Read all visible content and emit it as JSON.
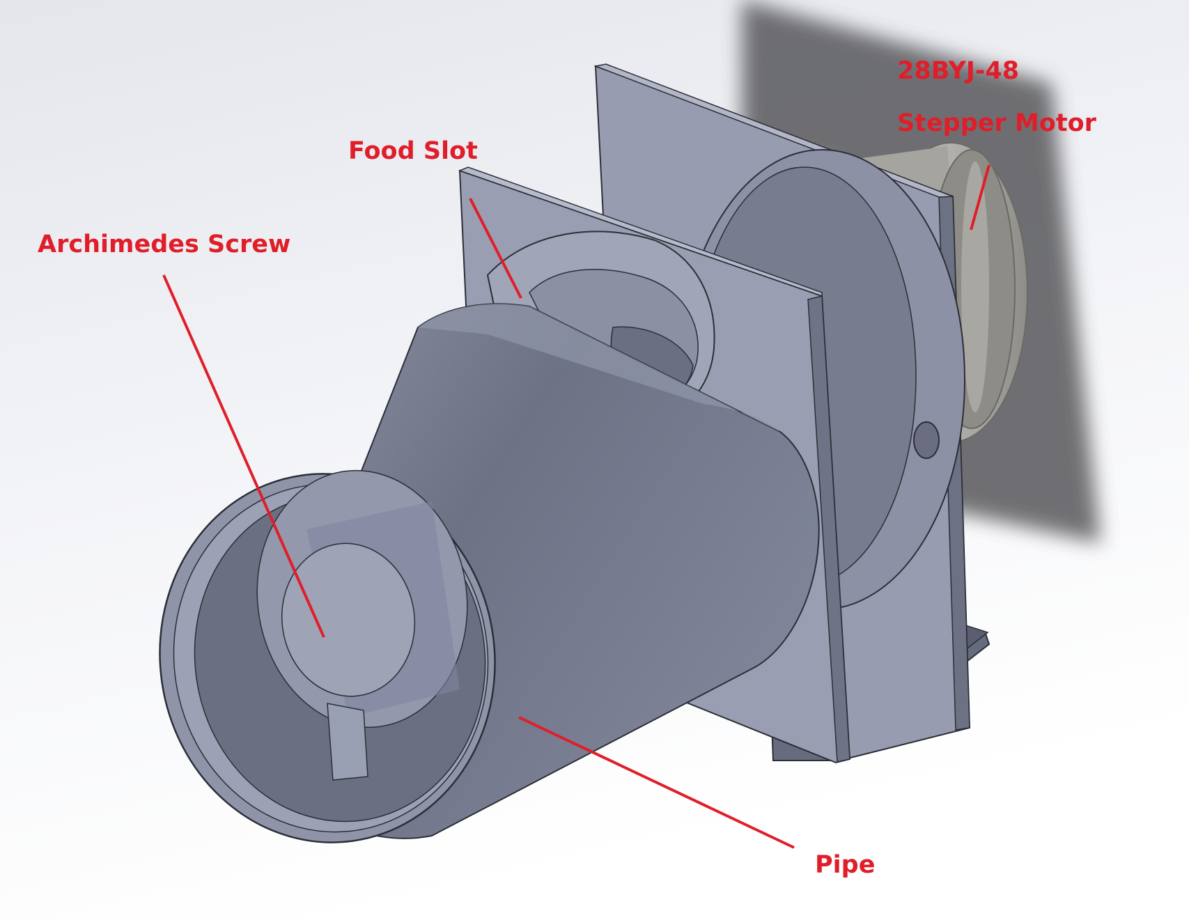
{
  "colors": {
    "annotation": "#e01e2a",
    "part_light": "#9aa0b4",
    "part_mid": "#7c8193",
    "part_dark": "#5f6475",
    "edge": "#2b2e36",
    "motor": "#a3a19c",
    "shadow": "#555555",
    "background_top": "#e6e8ee",
    "background_bottom": "#ffffff"
  },
  "labels": {
    "archimedes_screw": "Archimedes Screw",
    "food_slot": "Food Slot",
    "motor_line1": "28BYJ-48",
    "motor_line2": "Stepper Motor",
    "pipe": "Pipe"
  }
}
